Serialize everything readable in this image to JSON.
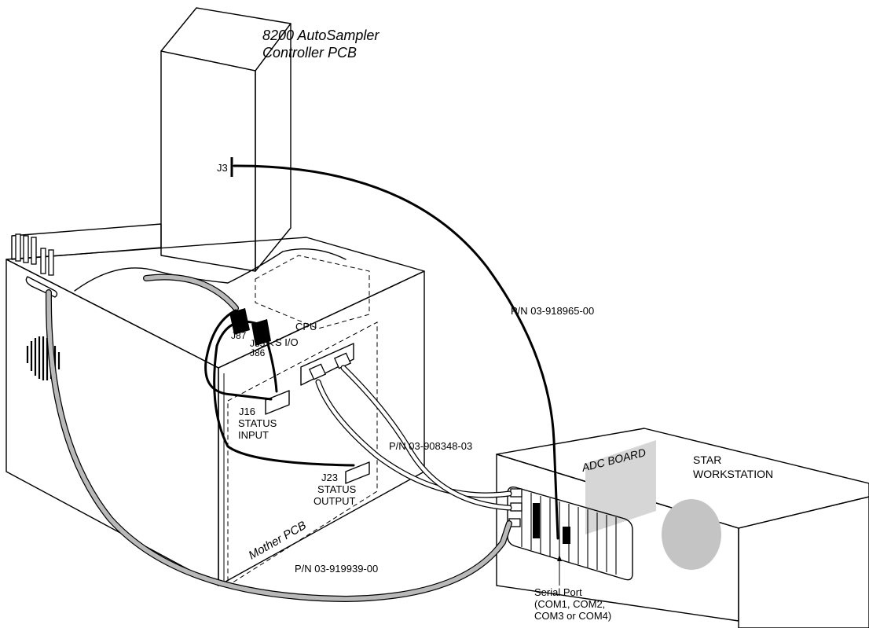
{
  "controller": {
    "title_line1": "8200 AutoSampler",
    "title_line2": "Controller PCB",
    "connector": "J3"
  },
  "gc": {
    "j87": "J87",
    "j85": "J85",
    "j86": "J86",
    "sio": "S I/O",
    "cpu": "CPU",
    "j16": "J16",
    "status_input_1": "STATUS",
    "status_input_2": "INPUT",
    "j23": "J23",
    "status_output_1": "STATUS",
    "status_output_2": "OUTPUT",
    "mother_pcb": "Mother PCB"
  },
  "cables": {
    "serial": "P/N 03-918965-00",
    "status": "P/N 03-908348-03",
    "remote": "P/N 03-919939-00"
  },
  "workstation": {
    "adc_board": "ADC BOARD",
    "name_line1": "STAR",
    "name_line2": "WORKSTATION",
    "serial_port": "Serial Port",
    "com_line1": "(COM1, COM2,",
    "com_line2": "COM3 or COM4)"
  },
  "colors": {
    "line": "#000000",
    "cable_gray": "#b9b9b9",
    "panel_gray": "#d6d6d6",
    "speaker_gray": "#c4c4c4"
  }
}
